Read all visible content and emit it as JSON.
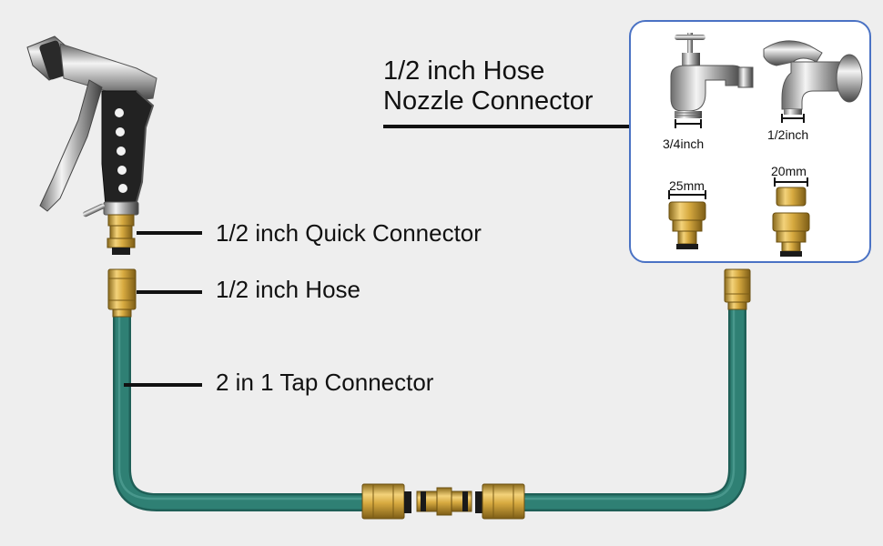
{
  "labels": {
    "quick_connector": "1/2 inch Quick Connector",
    "hose": "1/2 inch Hose",
    "tap_connector": "2 in 1 Tap Connector",
    "nozzle_connector_line1": "1/2 inch Hose",
    "nozzle_connector_line2": "Nozzle Connector"
  },
  "inset": {
    "tap_left_size": "3/4inch",
    "tap_right_size": "1/2inch",
    "adapter_left_size": "25mm",
    "adapter_right_size": "20mm"
  },
  "colors": {
    "background": "#eeeeee",
    "hose": "#2e7c72",
    "brass": "#d4a93c",
    "inset_border": "#4a72c4"
  }
}
